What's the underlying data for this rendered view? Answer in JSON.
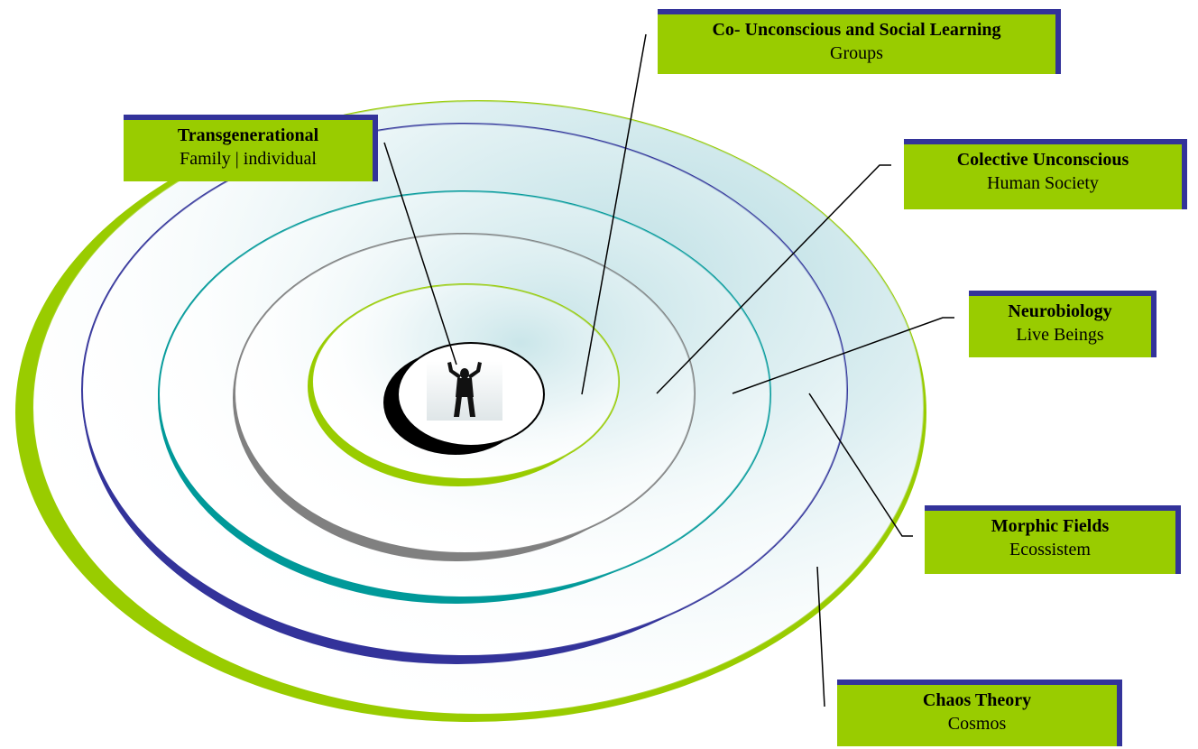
{
  "colors": {
    "label_fill": "#99cc00",
    "label_shadow": "#33339a",
    "ring_outer": "#99cc00",
    "ring_navy": "#33339a",
    "ring_teal": "#009999",
    "ring_gray": "#808080",
    "ring_inner": "#99cc00",
    "glow": "#a9d6dc"
  },
  "center": {
    "icon": "person-arms-raised-icon"
  },
  "labels": [
    {
      "key": "groups",
      "title": "Co- Unconscious and Social Learning",
      "subtitle": "Groups"
    },
    {
      "key": "family",
      "title": "Transgenerational",
      "subtitle": "Family | individual"
    },
    {
      "key": "society",
      "title": "Colective Unconscious",
      "subtitle": "Human Society"
    },
    {
      "key": "beings",
      "title": "Neurobiology",
      "subtitle": "Live Beings"
    },
    {
      "key": "ecosystem",
      "title": "Morphic Fields",
      "subtitle": "Ecossistem"
    },
    {
      "key": "cosmos",
      "title": "Chaos Theory",
      "subtitle": "Cosmos"
    }
  ]
}
